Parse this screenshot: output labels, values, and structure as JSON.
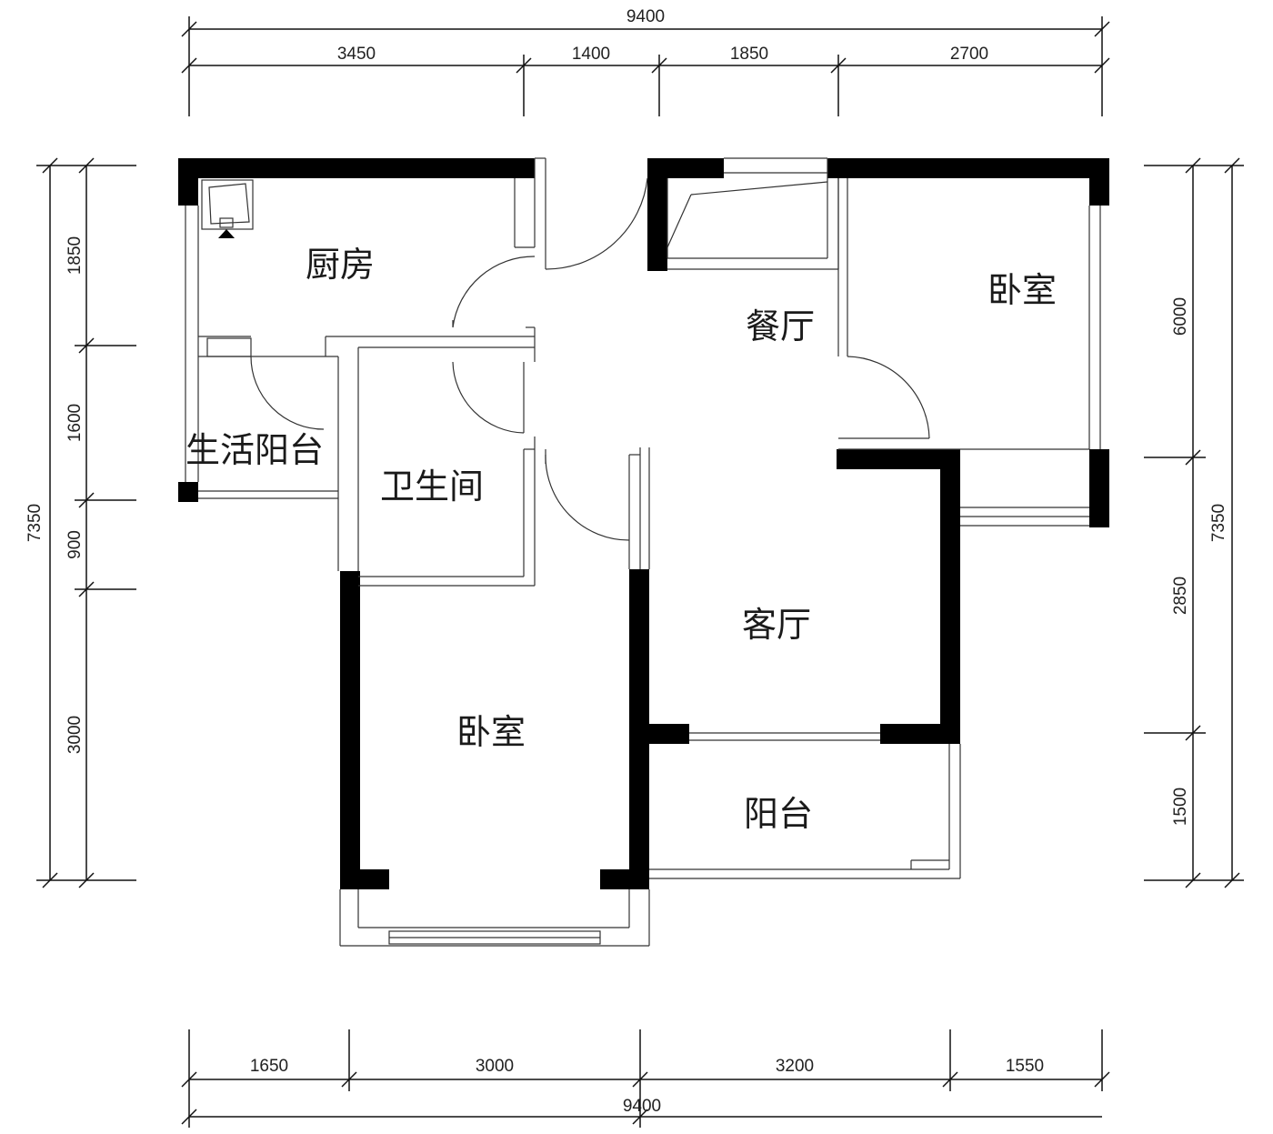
{
  "dimensions": {
    "top_total": "9400",
    "top": [
      "3450",
      "1400",
      "1850",
      "2700"
    ],
    "bottom": [
      "1650",
      "3000",
      "3200",
      "1550"
    ],
    "bottom_total": "9400",
    "left": [
      "1850",
      "1600",
      "900",
      "3000"
    ],
    "left_total": "7350",
    "right": [
      "6000",
      "2850",
      "1500"
    ],
    "right_total": "7350"
  },
  "rooms": {
    "kitchen": "厨房",
    "dining": "餐厅",
    "bedroom_ne": "卧室",
    "utility_balcony": "生活阳台",
    "bathroom": "卫生间",
    "living": "客厅",
    "bedroom_s": "卧室",
    "balcony": "阳台"
  }
}
